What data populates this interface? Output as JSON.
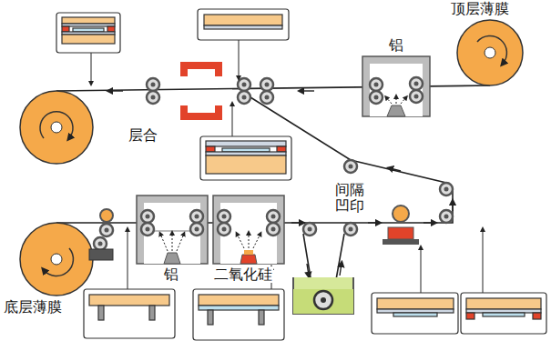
{
  "diagram": {
    "labels": [
      "顶层薄膜",
      "铝",
      "层合",
      "间隔 凹印",
      "铝",
      "二氧化硅",
      "底层薄膜"
    ]
  }
}
